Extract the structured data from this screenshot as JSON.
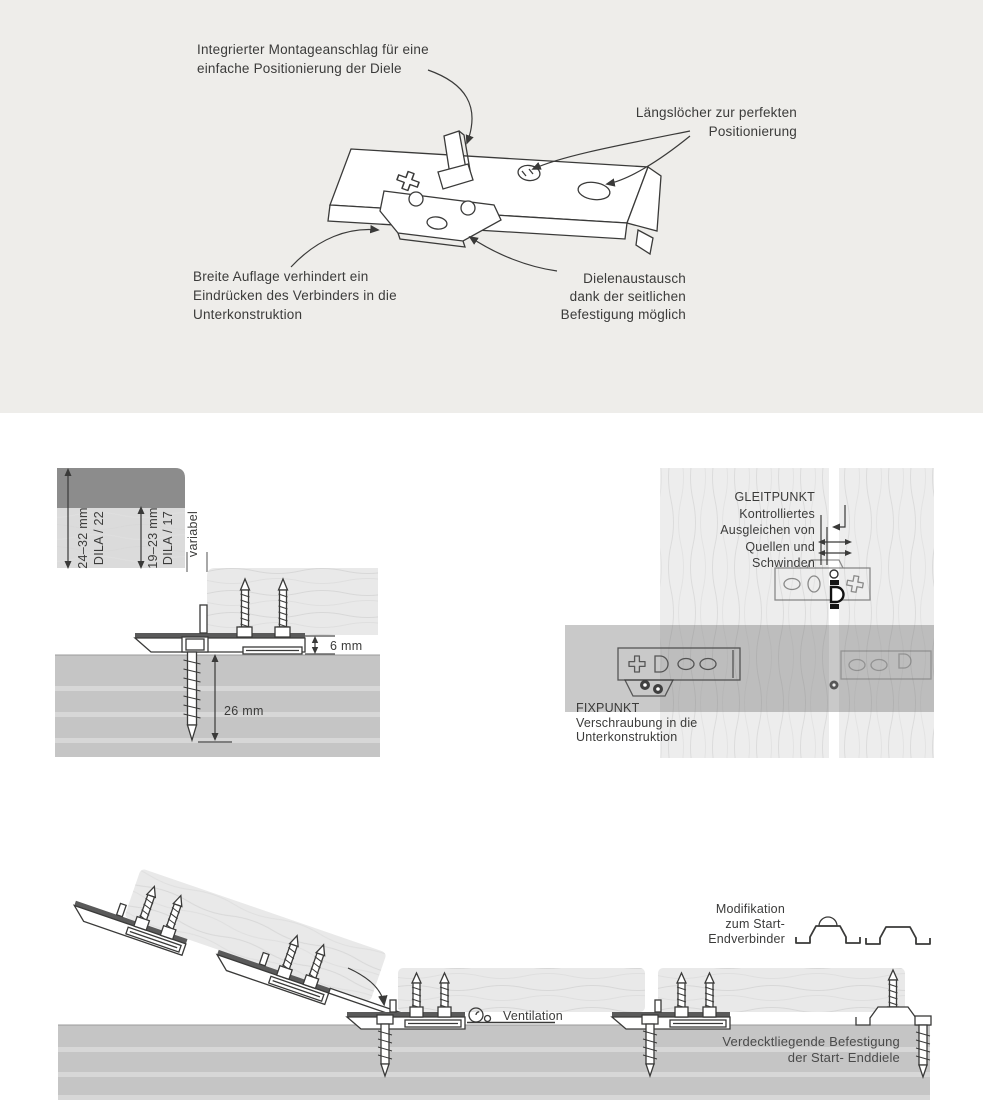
{
  "colors": {
    "section_bg": "#eeedea",
    "line": "#3a3a39",
    "text": "#3b3b3a",
    "wood_light": "#e9e9e9",
    "wood_dark_cap": "#8c8c8c",
    "joist": "#c5c5c5",
    "joist_stripe": "#d7d7d7"
  },
  "hero": {
    "montageanschlag": "Integrierter Montageanschlag für eine\neinfache Positionierung der Diele",
    "langsloecher": "Längslöcher zur perfekten\nPositionierung",
    "breite_auflage": "Breite Auflage verhindert ein\nEindrücken des Verbinders in die\nUnterkonstruktion",
    "dielenaustausch": "Dielenaustausch\ndank der seitlichen\nBefestigung möglich"
  },
  "cross_section": {
    "dim1_range": "24–32 mm",
    "dim1_product": "DILA / 22",
    "dim2_range": "19–23 mm",
    "dim2_product": "DILA / 17",
    "variabel": "variabel",
    "gap": "6 mm",
    "screw_depth": "26 mm"
  },
  "top_view": {
    "gleitpunkt": "GLEITPUNKT\nKontrolliertes\nAusgleichen von\nQuellen und\nSchwinden",
    "fixpunkt": "FIXPUNKT\nVerschraubung in die\nUnterkonstruktion"
  },
  "installation": {
    "modifikation": "Modifikation\nzum Start-\nEndverbinder",
    "ventilation": "Ventilation",
    "verdeckt": "Verdecktliegende Befestigung\nder Start- Enddiele"
  }
}
